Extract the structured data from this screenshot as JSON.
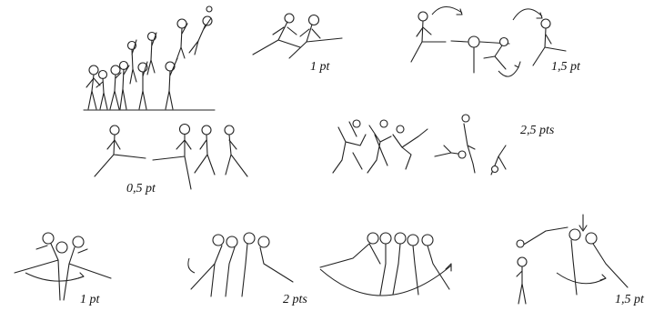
{
  "labels": {
    "top_middle": "1 pt",
    "top_right": "1,5 pt",
    "middle_left": "0,5 pt",
    "middle_right": "2,5 pts",
    "bottom_left": "1 pt",
    "bottom_middle": "2 pts",
    "bottom_right": "1,5 pt"
  }
}
